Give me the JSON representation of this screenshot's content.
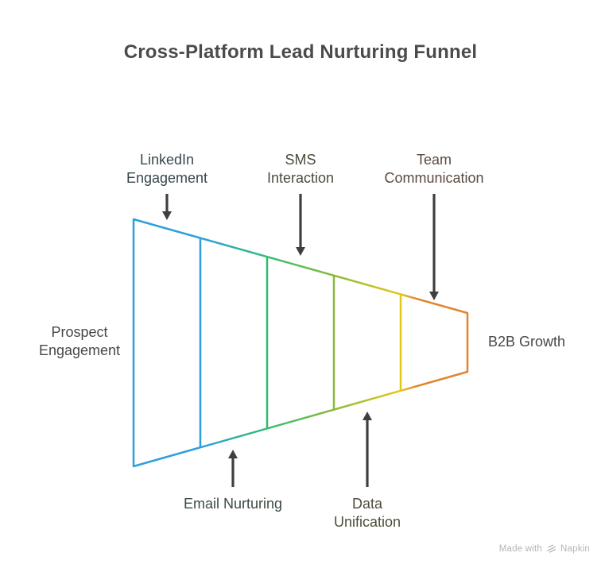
{
  "title": {
    "text": "Cross-Platform Lead Nurturing Funnel",
    "color": "#4B4B4B"
  },
  "funnel": {
    "stage_colors": {
      "blue": "#2BA0DC",
      "green": "#2EBE71",
      "olive": "#8CBA3C",
      "yellow": "#E3C818",
      "orange": "#E2842F"
    },
    "arrow_color": "#3F3F3F",
    "input_label": {
      "text": "Prospect\nEngagement",
      "color": "#474747"
    },
    "output_label": {
      "text": "B2B Growth",
      "color": "#474747"
    },
    "top_callouts": [
      {
        "text": "LinkedIn\nEngagement",
        "color": "#37474F"
      },
      {
        "text": "SMS\nInteraction",
        "color": "#4B4B3B"
      },
      {
        "text": "Team\nCommunication",
        "color": "#5B4A3F"
      }
    ],
    "bottom_callouts": [
      {
        "text": "Email Nurturing",
        "color": "#3B4C41"
      },
      {
        "text": "Data\nUnification",
        "color": "#4E4C38"
      }
    ]
  },
  "watermark": {
    "prefix": "Made with",
    "brand": "Napkin",
    "color": "#B5B5B5"
  }
}
